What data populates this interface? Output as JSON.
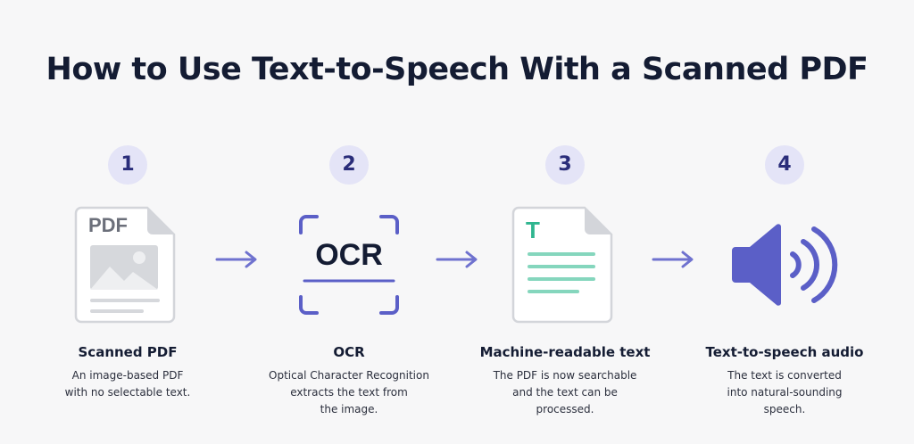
{
  "title": "How to Use Text-to-Speech With a Scanned PDF",
  "colors": {
    "accent": "#5b5fc7",
    "badge_bg": "#e4e4f7",
    "badge_text": "#2a2d7a",
    "text_green": "#2fb58f",
    "line_green": "#85d6bd",
    "doc_gray": "#c7c9cf"
  },
  "steps": [
    {
      "number": "1",
      "title": "Scanned PDF",
      "description": "An image-based PDF\nwith no selectable text.",
      "icon": "pdf-document-icon",
      "icon_label": "PDF"
    },
    {
      "number": "2",
      "title": "OCR",
      "description": "Optical Character Recognition\nextracts the text from\nthe image.",
      "icon": "ocr-scan-icon",
      "icon_label": "OCR"
    },
    {
      "number": "3",
      "title": "Machine-readable text",
      "description": "The PDF is now searchable\nand the text can be\nprocessed.",
      "icon": "text-document-icon",
      "icon_label": "T"
    },
    {
      "number": "4",
      "title": "Text-to-speech audio",
      "description": "The text is converted\ninto natural-sounding\nspeech.",
      "icon": "speaker-icon"
    }
  ],
  "arrows": [
    "arrow-right-icon",
    "arrow-right-icon",
    "arrow-right-icon"
  ]
}
